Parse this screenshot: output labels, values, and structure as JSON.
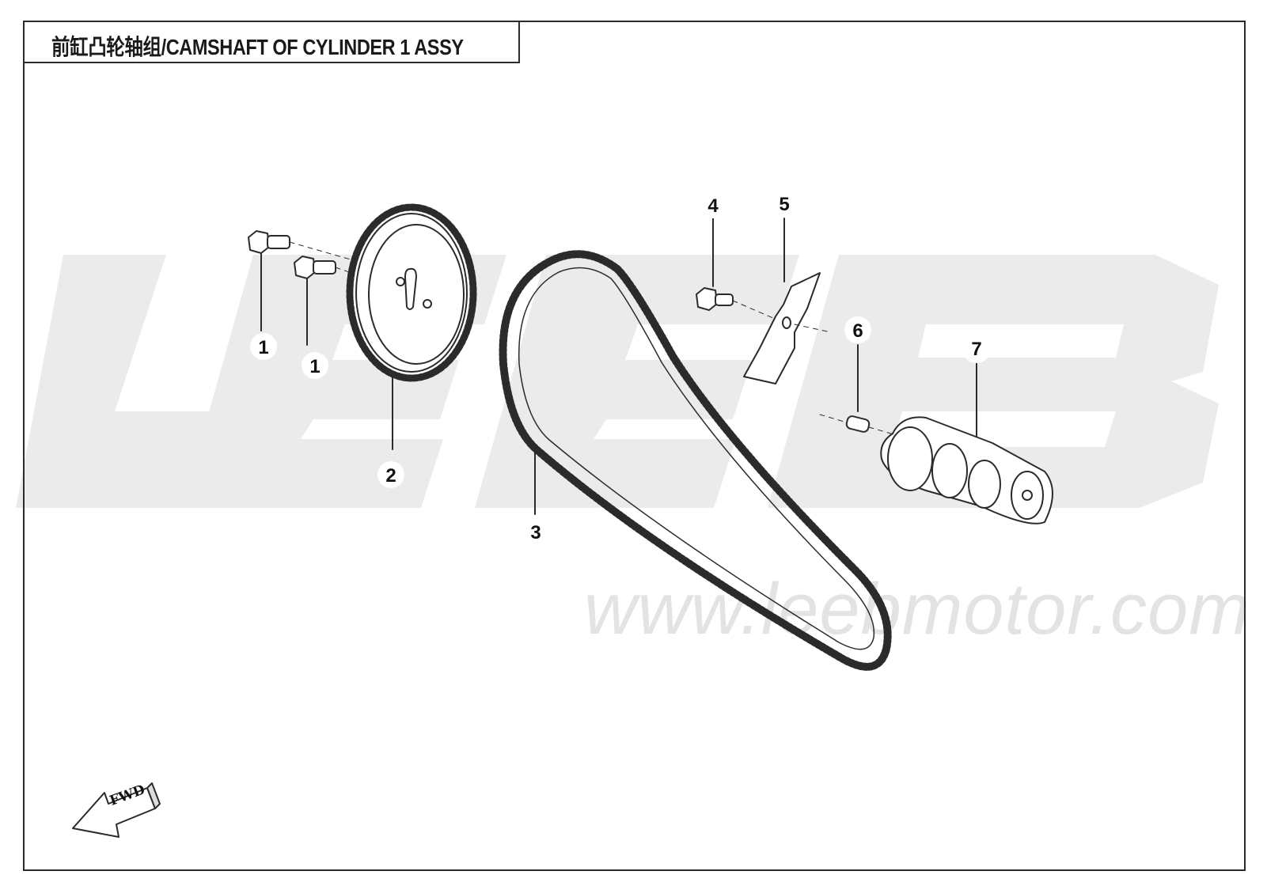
{
  "title": "前缸凸轮轴组/CAMSHAFT OF CYLINDER 1 ASSY",
  "watermark": {
    "logo_text": "LEEB",
    "url": "www.leebmotor.com",
    "color": "#e3e3e3"
  },
  "callouts": [
    {
      "id": "1a",
      "label": "1"
    },
    {
      "id": "1b",
      "label": "1"
    },
    {
      "id": "2",
      "label": "2"
    },
    {
      "id": "3",
      "label": "3"
    },
    {
      "id": "4",
      "label": "4"
    },
    {
      "id": "5",
      "label": "5"
    },
    {
      "id": "6",
      "label": "6"
    },
    {
      "id": "7",
      "label": "7"
    }
  ],
  "fwd_arrow": {
    "label": "FWD"
  },
  "colors": {
    "line": "#2b2b2b",
    "background": "#ffffff"
  }
}
